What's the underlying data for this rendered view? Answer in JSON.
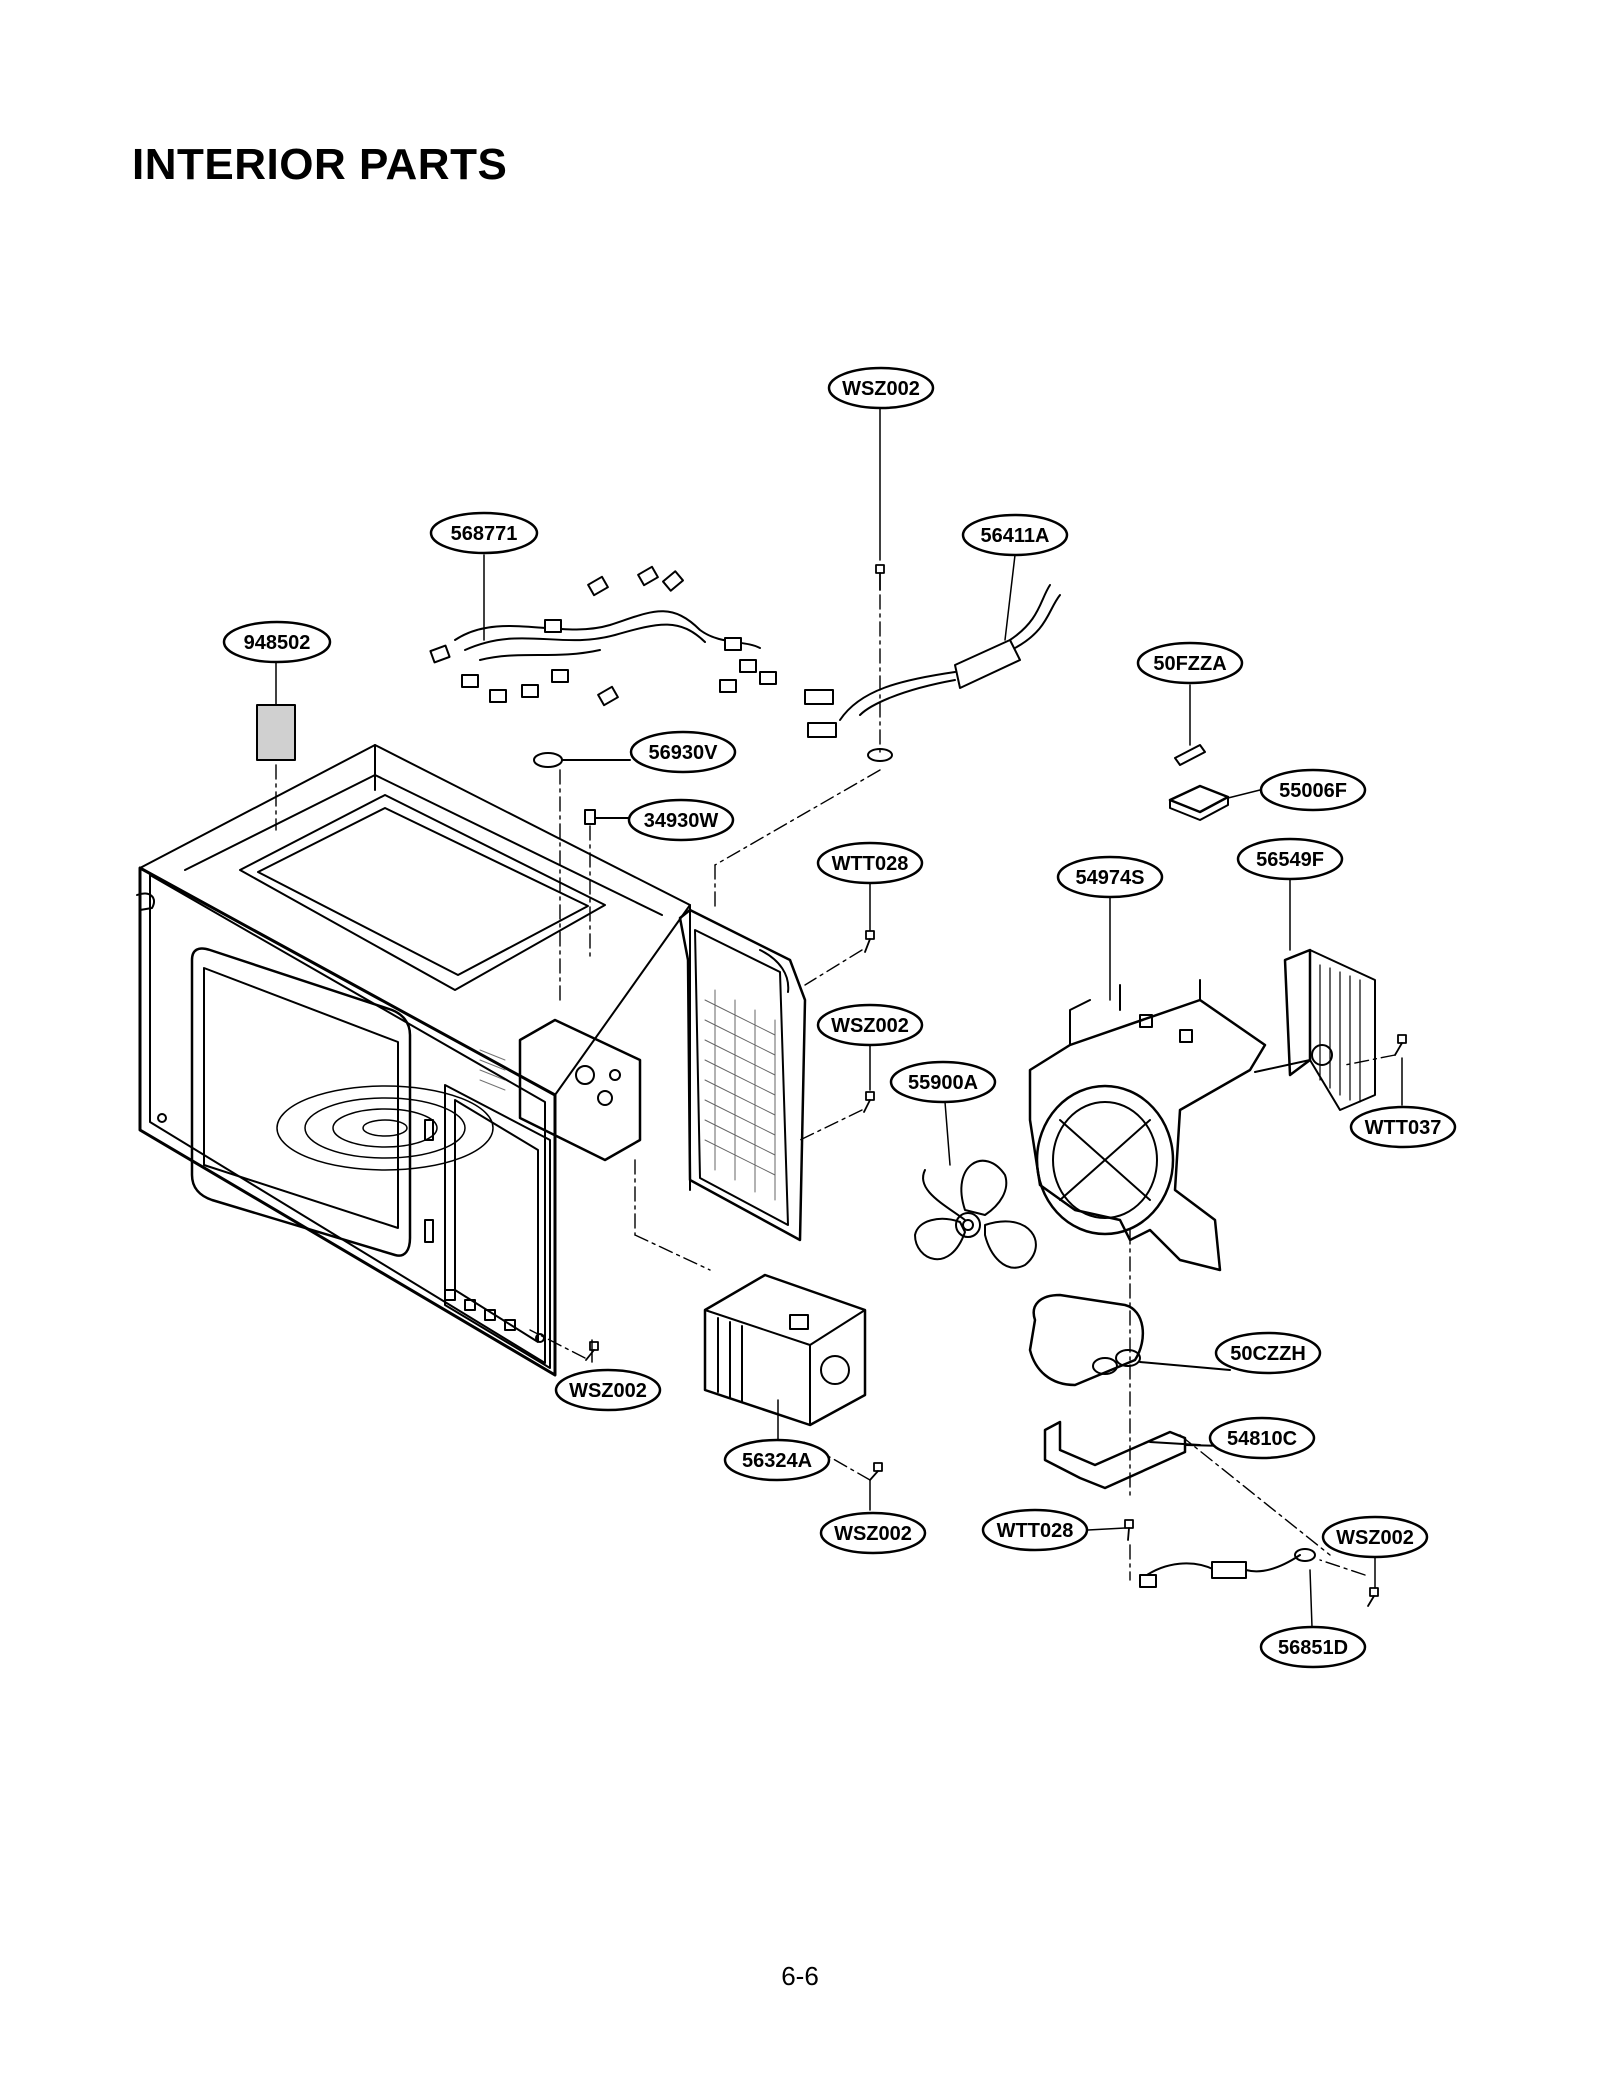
{
  "title": "INTERIOR PARTS",
  "page_number": "6-6",
  "colors": {
    "line": "#000000",
    "background": "#ffffff",
    "shade": "#cfcfcf"
  },
  "parts": [
    {
      "id": "p948502",
      "code": "948502"
    },
    {
      "id": "p568771",
      "code": "568771"
    },
    {
      "id": "pWSZ002a",
      "code": "WSZ002"
    },
    {
      "id": "p56411A",
      "code": "56411A"
    },
    {
      "id": "p50FZZA",
      "code": "50FZZA"
    },
    {
      "id": "p56930V",
      "code": "56930V"
    },
    {
      "id": "p34930W",
      "code": "34930W"
    },
    {
      "id": "p55006F",
      "code": "55006F"
    },
    {
      "id": "pWTT028a",
      "code": "WTT028"
    },
    {
      "id": "p54974S",
      "code": "54974S"
    },
    {
      "id": "p56549F",
      "code": "56549F"
    },
    {
      "id": "pWSZ002b",
      "code": "WSZ002"
    },
    {
      "id": "p55900A",
      "code": "55900A"
    },
    {
      "id": "pWTT037",
      "code": "WTT037"
    },
    {
      "id": "p50CZZH",
      "code": "50CZZH"
    },
    {
      "id": "pWSZ002c",
      "code": "WSZ002"
    },
    {
      "id": "p54810C",
      "code": "54810C"
    },
    {
      "id": "p56324A",
      "code": "56324A"
    },
    {
      "id": "pWSZ002d",
      "code": "WSZ002"
    },
    {
      "id": "pWTT028b",
      "code": "WTT028"
    },
    {
      "id": "pWSZ002e",
      "code": "WSZ002"
    },
    {
      "id": "p56851D",
      "code": "56851D"
    }
  ]
}
